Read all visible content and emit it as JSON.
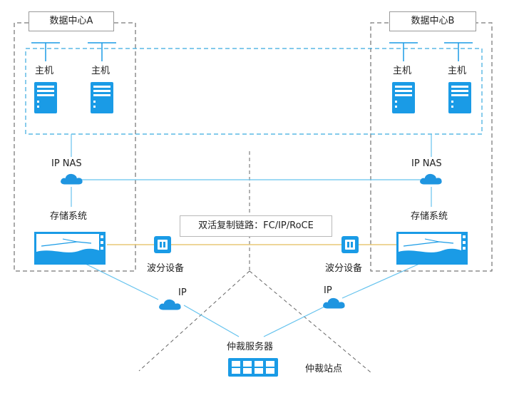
{
  "datacenters": [
    {
      "name": "数据中心A",
      "hosts": [
        "主机",
        "主机"
      ],
      "nas": "IP NAS",
      "storage": "存储系统",
      "wdm": "波分设备",
      "ip": "IP"
    },
    {
      "name": "数据中心B",
      "hosts": [
        "主机",
        "主机"
      ],
      "nas": "IP NAS",
      "storage": "存储系统",
      "wdm": "波分设备",
      "ip": "IP"
    }
  ],
  "replication_link": "双活复制链路：FC/IP/RoCE",
  "arbitration": {
    "server": "仲裁服务器",
    "site": "仲裁站点"
  },
  "colors": {
    "accent": "#1a9be6",
    "cloud": "#1f95e0",
    "link_line": "#e8c977",
    "net_line": "#66c3ee",
    "dashed_border": "#555555",
    "dashed_cluster": "#39aadf"
  }
}
